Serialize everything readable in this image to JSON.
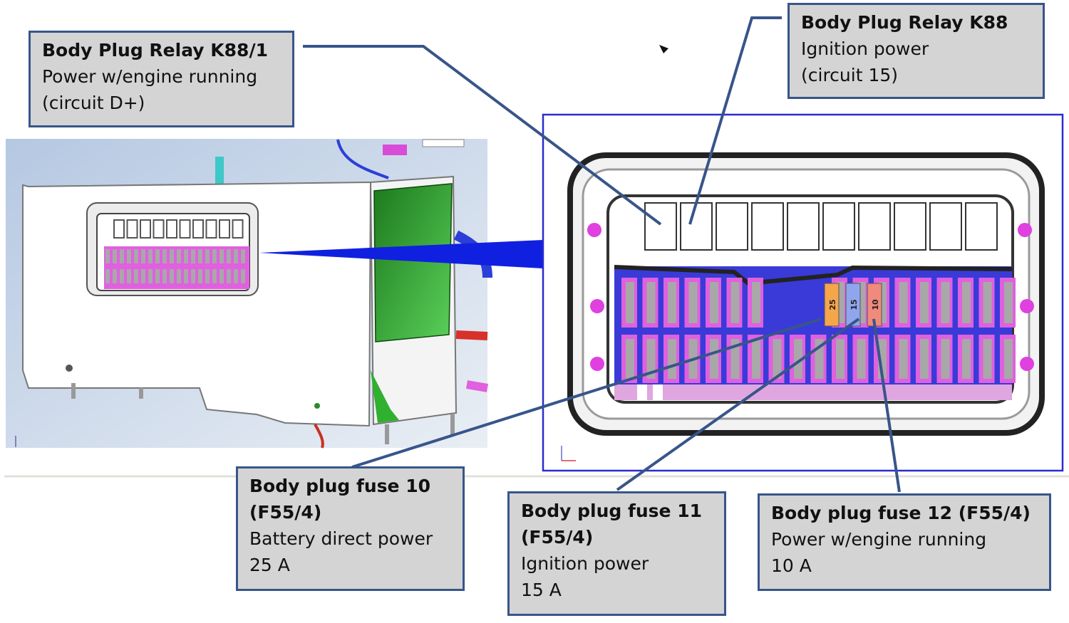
{
  "callouts": {
    "k88_1": {
      "title": "Body Plug Relay K88/1",
      "line1": "Power w/engine running",
      "line2": "(circuit D+)"
    },
    "k88": {
      "title": "Body Plug Relay K88",
      "line1": "Ignition power",
      "line2": "(circuit 15)"
    },
    "fuse10": {
      "title1": "Body plug fuse 10",
      "title2": "(F55/4)",
      "line1": "Battery direct power",
      "line2": "25 A"
    },
    "fuse11": {
      "title1": "Body plug fuse 11",
      "title2": "(F55/4)",
      "line1": "Ignition power",
      "line2": "15 A"
    },
    "fuse12": {
      "title": "Body plug fuse 12 (F55/4)",
      "line1": "Power w/engine running",
      "line2": "10 A"
    }
  },
  "fuse_labels": {
    "f10": "25",
    "f11": "15",
    "f12": "10"
  },
  "colors": {
    "callout_fill": "#d4d4d4",
    "callout_border": "#38558a",
    "leader_line": "#38558a",
    "fuse_25": "#f5a54a",
    "fuse_15": "#8fa6ee",
    "fuse_10": "#ef8a7c",
    "fuse_body": "#e060e0",
    "zoom_frame": "#2b2bd0"
  }
}
